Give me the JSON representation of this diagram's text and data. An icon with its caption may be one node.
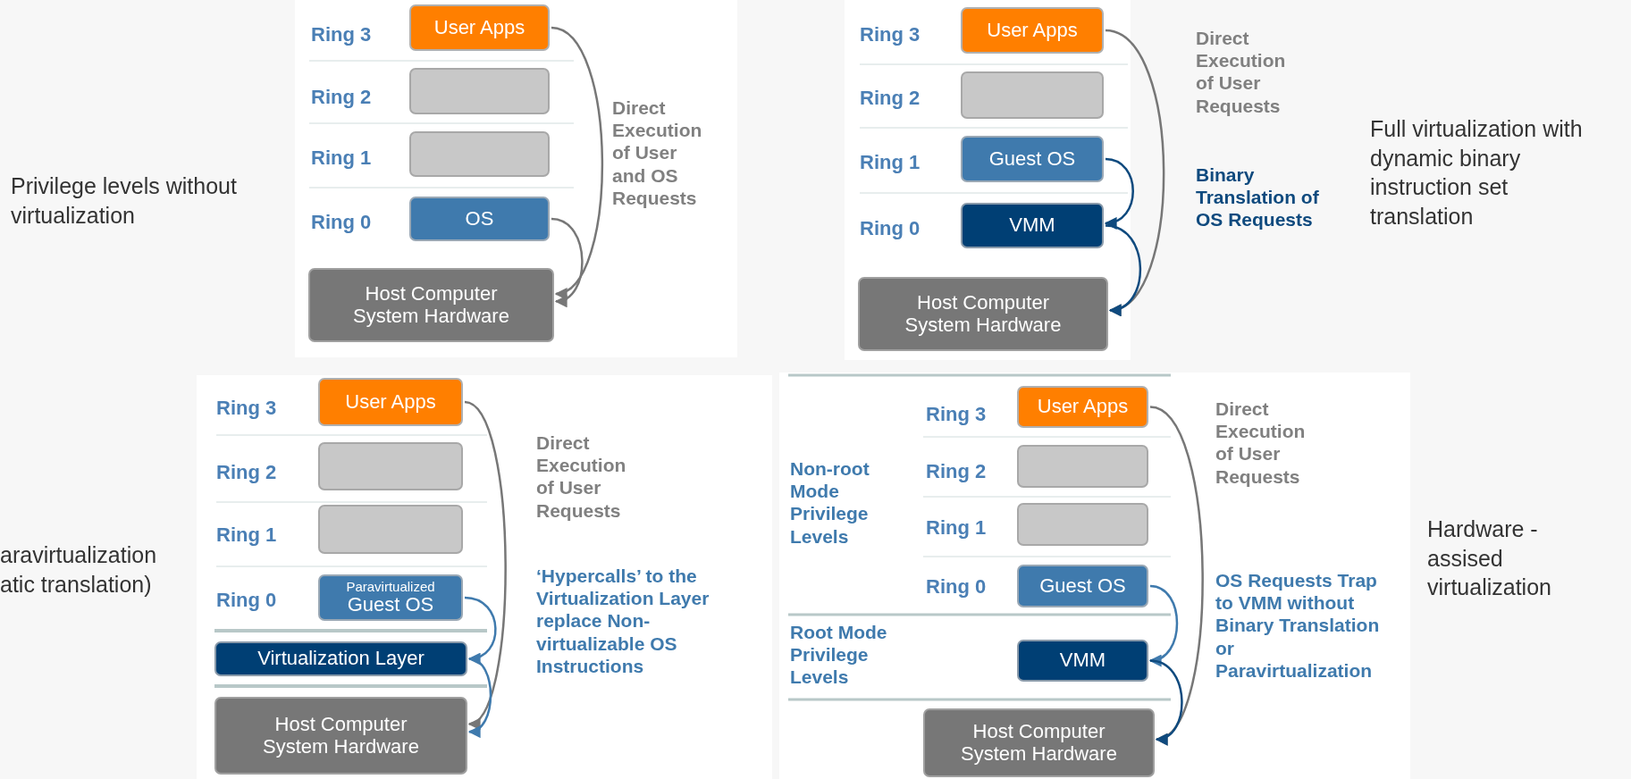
{
  "diagram": {
    "nodes": [
      {
        "text": [
          "User Apps"
        ]
      },
      {
        "text": [],
        "shape": "box"
      },
      {
        "text": [],
        "shape": "box"
      },
      {
        "text": [
          "OS"
        ]
      },
      {
        "text": [
          "Host Computer System Hardware"
        ]
      },
      {
        "text": [
          "User Apps"
        ]
      },
      {
        "text": [],
        "shape": "box"
      },
      {
        "text": [
          "Guest OS"
        ]
      },
      {
        "text": [
          "VMM"
        ]
      },
      {
        "text": [
          "Host Computer System Hardware"
        ]
      },
      {
        "text": [
          "User Apps"
        ]
      },
      {
        "text": [],
        "shape": "box"
      },
      {
        "text": [],
        "shape": "box"
      },
      {
        "text": [
          "Paravirtualized",
          "Guest OS"
        ]
      },
      {
        "text": [
          "Virtualization Layer"
        ]
      },
      {
        "text": [
          "Host Computer System Hardware"
        ]
      },
      {
        "text": [
          "User Apps"
        ]
      },
      {
        "text": [],
        "shape": "box"
      },
      {
        "text": [],
        "shape": "box"
      },
      {
        "text": [
          "Guest OS"
        ]
      },
      {
        "text": [
          "VMM"
        ]
      },
      {
        "text": [
          "Host Computer System Hardware"
        ]
      }
    ],
    "edges": [
      {
        "from": 0,
        "to": 4,
        "arrow": "to"
      },
      {
        "from": 3,
        "to": 4,
        "arrow": "to"
      },
      {
        "from": 5,
        "to": 9,
        "arrow": "to"
      },
      {
        "from": 7,
        "to": 8,
        "arrow": "to",
        "color": "#0f4a7e"
      },
      {
        "from": 8,
        "to": 9,
        "arrow": "to",
        "color": "#0f4a7e"
      },
      {
        "from": 10,
        "to": 15,
        "arrow": "to"
      },
      {
        "from": 13,
        "to": 14,
        "arrow": "to",
        "color": "#3f7aad"
      },
      {
        "from": 14,
        "to": 15,
        "arrow": "to",
        "color": "#3f7aad"
      },
      {
        "from": 16,
        "to": 21,
        "arrow": "to"
      },
      {
        "from": 19,
        "to": 20,
        "arrow": "to",
        "color": "#3f7aad"
      },
      {
        "from": 20,
        "to": 21,
        "arrow": "to",
        "color": "#0f4a7e"
      }
    ],
    "labels": [
      "Privilege levels without virtualization",
      "Ring 3",
      "Ring 2",
      "Ring 1",
      "Ring 0",
      "Direct Execution of User and OS Requests",
      "Ring 3",
      "Ring 2",
      "Ring 1",
      "Ring 0",
      "Direct Execution of User Requests",
      "Binary Translation of OS Requests",
      "Full virtualization with dynamic binary instruction set translation",
      "aravirtualization atic translation)",
      "Ring 3",
      "Ring 2",
      "Ring 1",
      "Ring 0",
      "Direct Execution of User Requests",
      "‘Hypercalls’ to the Virtualization Layer replace Non-virtualizable OS Instructions",
      "Non-root Mode Privilege Levels",
      "Ring 3",
      "Ring 2",
      "Ring 1",
      "Ring 0",
      "Root Mode Privilege Levels",
      "Direct Execution of User Requests",
      "OS Requests Trap to VMM without Binary Translation or Paravirtualization",
      "Hardware - assised virtualization"
    ]
  }
}
